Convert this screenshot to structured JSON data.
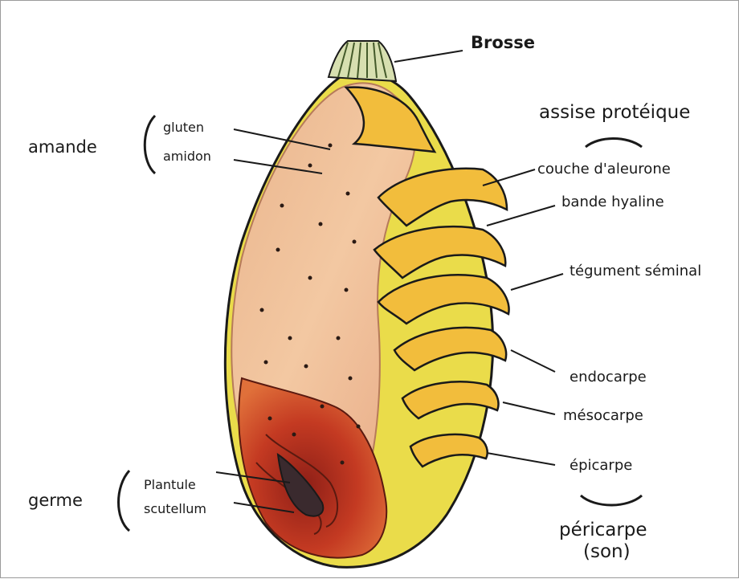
{
  "labels": {
    "brosse": "Brosse",
    "assise_proteique": "assise protéique",
    "couche_aleurone": "couche d'aleurone",
    "bande_hyaline": "bande hyaline",
    "tegument_seminal": "tégument séminal",
    "endocarpe": "endocarpe",
    "mesocarpe": "mésocarpe",
    "epicarpe": "épicarpe",
    "pericarpe": "péricarpe",
    "son": "(son)",
    "amande": "amande",
    "gluten": "gluten",
    "amidon": "amidon",
    "germe": "germe",
    "plantule": "Plantule",
    "scutellum": "scutellum"
  },
  "colors": {
    "endosperm": "#f0c39b",
    "yellow_layer": "#f2e85a",
    "orange_layer": "#f2bd3c",
    "germ_outer": "#c9341e",
    "germ_inner": "#3a2a2e",
    "outline": "#1a1a1a"
  }
}
